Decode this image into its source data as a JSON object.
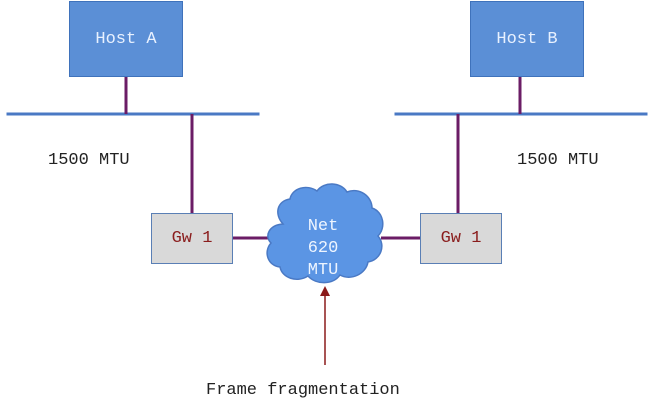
{
  "diagram": {
    "hosts": {
      "left": "Host A",
      "right": "Host B"
    },
    "gateways": {
      "left": "Gw 1",
      "right": "Gw 1"
    },
    "mtu": {
      "left": "1500 MTU",
      "right": "1500 MTU"
    },
    "cloud": {
      "line1": "Net",
      "line2": "620",
      "line3": "MTU"
    },
    "caption": "Frame fragmentation"
  }
}
